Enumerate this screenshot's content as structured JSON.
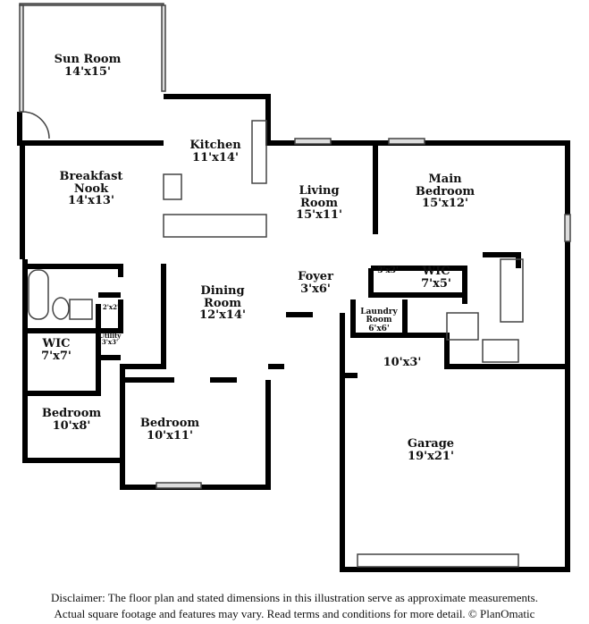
{
  "rooms": [
    {
      "name": "Sun Room",
      "size": "14'x15'"
    },
    {
      "name": "Kitchen",
      "size": "11'x14'"
    },
    {
      "name": "Breakfast Nook",
      "size": "14'x13'"
    },
    {
      "name": "Living Room",
      "size": "15'x11'"
    },
    {
      "name": "Main Bedroom",
      "size": "15'x12'"
    },
    {
      "name": "Foyer",
      "size": "3'x6'"
    },
    {
      "name": "Dining Room",
      "size": "12'x14'"
    },
    {
      "name": "WIC",
      "size": "7'x5'"
    },
    {
      "name": "Laundry Room",
      "size": "6'x6'"
    },
    {
      "name": "WIC",
      "size": "7'x7'"
    },
    {
      "name": "Utility",
      "size": "3'x3'"
    },
    {
      "name": "Bedroom",
      "size": "10'x8'"
    },
    {
      "name": "Bedroom",
      "size": "10'x11'"
    },
    {
      "name": "Garage",
      "size": "19'x21'"
    }
  ],
  "closets": {
    "c1": "3'x3'",
    "c2": "2'x2'",
    "c3": "10'x3'"
  },
  "disclaimer": {
    "line1": "Disclaimer: The floor plan and stated dimensions in this illustration serve as approximate measurements.",
    "line2": "Actual square footage and features may vary. Read terms and conditions for more detail. © PlanOmatic"
  }
}
